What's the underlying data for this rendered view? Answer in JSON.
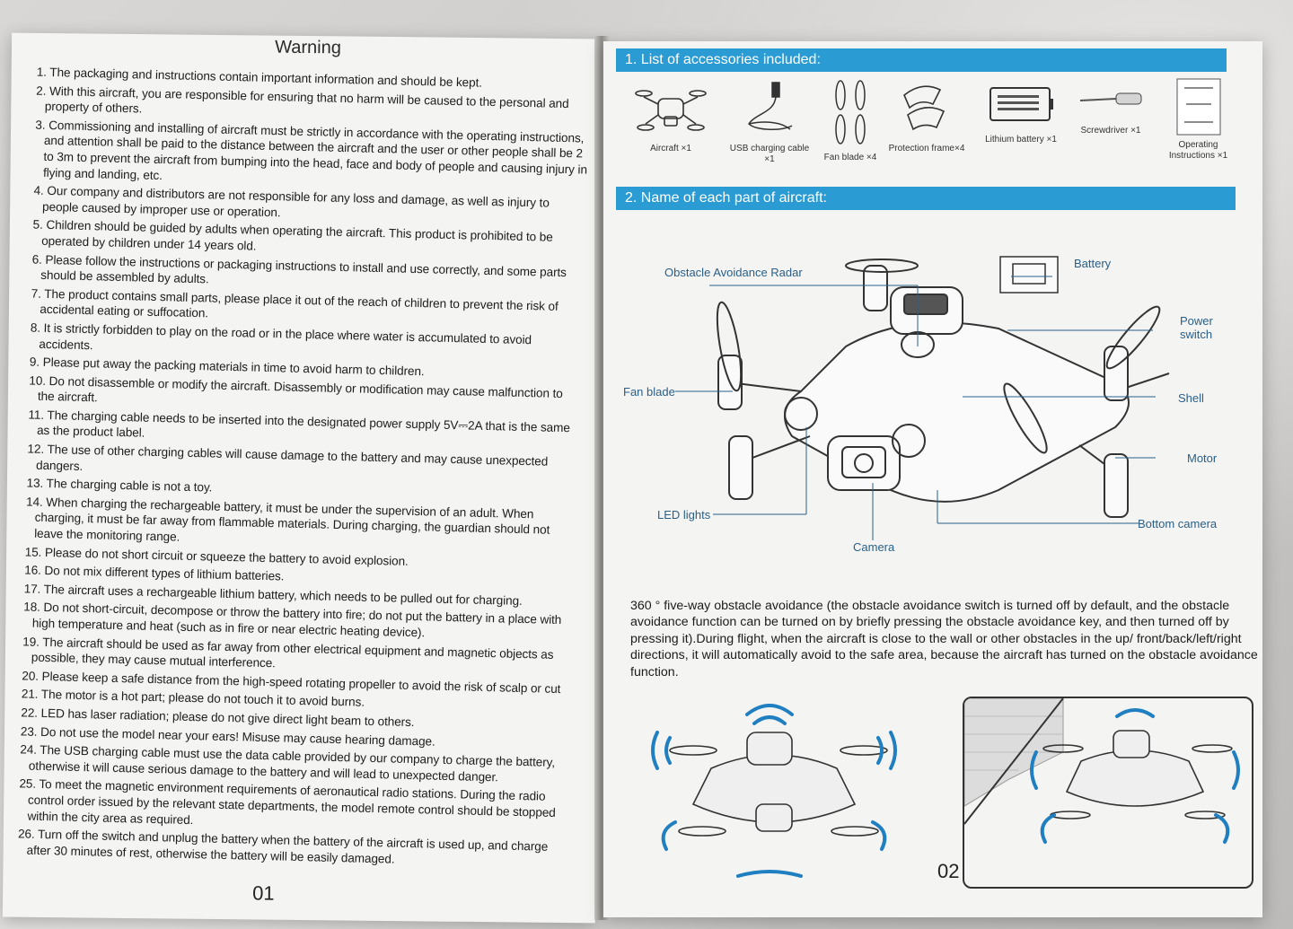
{
  "left_page": {
    "title": "Warning",
    "items": [
      "1. The packaging and instructions contain important information and should be kept.",
      "2. With this aircraft, you are responsible for ensuring that no harm will be caused to the personal and property of others.",
      "3. Commissioning and installing of aircraft must be strictly in accordance with the operating instructions, and attention shall be paid to the distance between the aircraft and the user or other people shall be 2 to 3m to prevent the aircraft from bumping into the head, face and body of people and causing injury in flying and landing, etc.",
      "4. Our company and distributors are not responsible for any loss and damage, as well as injury to people caused by improper use or operation.",
      "5. Children should be guided by adults when operating the aircraft. This product is prohibited to be operated by children under 14 years old.",
      "6. Please follow the instructions or packaging instructions to install and use correctly, and some parts should be assembled by adults.",
      "7. The product contains small parts, please place it out of the reach of children to prevent the risk of accidental eating or suffocation.",
      "8. It is strictly forbidden to play on the road or in the place where water is accumulated to avoid accidents.",
      "9. Please put away the packing materials in time to avoid harm to children.",
      "10. Do not disassemble or modify the aircraft. Disassembly or modification may cause malfunction to the aircraft.",
      "11. The charging cable needs to be inserted into the designated power supply 5V⎓2A that is the same as the product label.",
      "12. The use of other charging cables will cause damage to the battery and may cause unexpected dangers.",
      "13. The charging cable is not a toy.",
      "14. When charging the rechargeable battery, it must be under the supervision of an adult. When charging, it must be far away from flammable materials. During charging, the guardian should not leave the monitoring range.",
      "15. Please do not short circuit or squeeze the battery to avoid explosion.",
      "16. Do not mix different types of lithium batteries.",
      "17. The aircraft uses a rechargeable lithium battery, which needs to be pulled out for charging.",
      "18. Do not short-circuit, decompose or throw the battery into fire; do not put the battery in a place with high temperature and heat (such as in fire or near electric heating device).",
      "19. The aircraft should be used as far away from other electrical equipment and magnetic objects as possible, they may cause mutual interference.",
      "20. Please keep a safe distance from the high-speed rotating propeller to avoid the risk of scalp or cut",
      "21. The motor is a hot part; please do not touch it to avoid burns.",
      "22. LED has laser radiation; please do not give direct light beam to others.",
      "23. Do not use the model near your ears! Misuse may cause hearing damage.",
      "24. The USB charging cable must use the data cable provided by our company to charge the battery, otherwise it will cause serious damage to the battery and will lead to unexpected danger.",
      "25. To meet the magnetic environment requirements of aeronautical radio stations. During the radio control order issued by the relevant state departments, the model remote control should be stopped within the city area as required.",
      "26. Turn off the switch and unplug the battery when the battery of the aircraft is used up, and charge after 30 minutes of rest, otherwise the battery will be easily damaged."
    ],
    "page_number": "01"
  },
  "right_page": {
    "section1_title": "1. List of accessories included:",
    "accessories": [
      {
        "label": "Aircraft ×1",
        "icon": "drone-icon"
      },
      {
        "label": "USB charging cable ×1",
        "icon": "usb-cable-icon"
      },
      {
        "label": "Fan blade ×4",
        "icon": "fan-blade-icon"
      },
      {
        "label": "Protection frame×4",
        "icon": "protection-frame-icon"
      },
      {
        "label": "Lithium battery ×1",
        "icon": "battery-icon"
      },
      {
        "label": "Screwdriver ×1",
        "icon": "screwdriver-icon"
      },
      {
        "label": "Operating Instructions ×1",
        "icon": "manual-icon"
      }
    ],
    "section2_title": "2. Name of each part of aircraft:",
    "callouts": {
      "radar": "Obstacle Avoidance Radar",
      "battery": "Battery",
      "power_switch": "Power switch",
      "fan_blade": "Fan blade",
      "shell": "Shell",
      "motor": "Motor",
      "led_lights": "LED lights",
      "bottom_camera": "Bottom camera",
      "camera": "Camera"
    },
    "description": "360 ° five-way obstacle avoidance (the obstacle avoidance switch is turned off by default, and the obstacle avoidance function can be turned on by briefly pressing the obstacle avoidance key, and then turned off by pressing it).During flight, when the aircraft is close to the wall or other obstacles in the up/ front/back/left/right directions, it will automatically avoid to the safe area, because the aircraft has turned on the obstacle avoidance function.",
    "page_number": "02"
  },
  "colors": {
    "accent": "#2a9bd3",
    "callout": "#2a5f88",
    "wave": "#1f7fc0"
  }
}
